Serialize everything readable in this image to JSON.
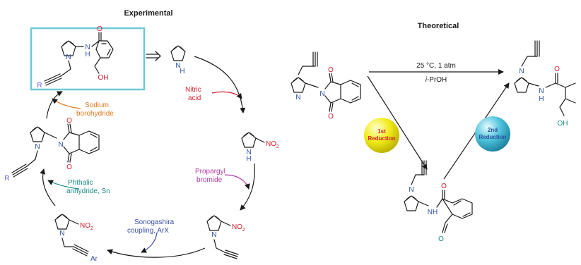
{
  "panels": {
    "experimental_title": "Experimental",
    "theoretical_title": "Theoretical"
  },
  "colors": {
    "nitrogen": "#2b4fa3",
    "oxygen": "#d0202d",
    "teal": "#1a8a86",
    "magenta": "#b03aa0",
    "orange": "#e07a1c",
    "blue_reagent": "#3a4fa8",
    "r_blue": "#5a5ad8",
    "box": "#6fc9d6"
  },
  "reagents": {
    "nitric": {
      "line1": "Nitric",
      "line2": "acid"
    },
    "propargyl": {
      "line1": "Propargyl",
      "line2": "bromide"
    },
    "sonogashira": {
      "line1": "Sonogashira",
      "line2": "coupling, ArX"
    },
    "phthalic": {
      "line1": "Phthalic",
      "line2": "anhydride, Sn"
    },
    "sodium": {
      "line1": "Sodium",
      "line2": "borohydride"
    }
  },
  "conditions": {
    "temp_pressure": "25 °C, 1 atm",
    "solvent_italic": "i",
    "solvent_rest": "-PrOH"
  },
  "reductions": {
    "first": {
      "line1": "1st",
      "line2": "Reduction"
    },
    "second": {
      "line1": "2nd",
      "line2": "Reduction"
    }
  },
  "atoms": {
    "N": "N",
    "H": "H",
    "NH": "NH",
    "O": "O",
    "OH": "OH",
    "NO": "NO",
    "sub2": "2",
    "R": "R",
    "Ar": "Ar"
  }
}
